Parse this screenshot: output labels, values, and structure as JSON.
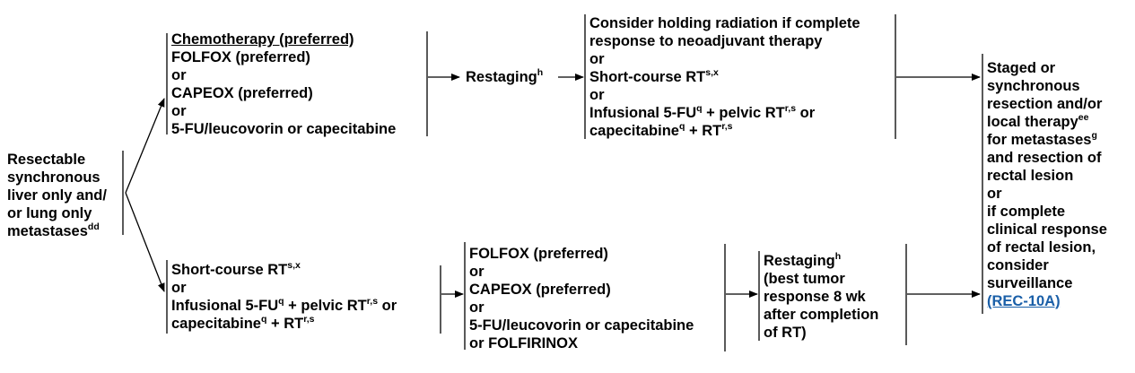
{
  "entry": {
    "lines": [
      "Resectable",
      "synchronous",
      "liver only and/",
      "or lung only",
      "metastases"
    ],
    "footnote": "dd"
  },
  "chemo_box": {
    "heading": "Chemotherapy (preferred)",
    "lines": [
      "FOLFOX (preferred)",
      "or",
      "CAPEOX (preferred)",
      "or",
      "5-FU/leucovorin or capecitabine"
    ]
  },
  "restaging_top": {
    "label": "Restaging",
    "footnote": "h"
  },
  "radiation_box": {
    "line1": "Consider holding radiation if complete",
    "line2": "response to neoadjuvant therapy",
    "or1": "or",
    "short_course": "Short-course RT",
    "short_course_fn": "s,x",
    "or2": "or",
    "infusional_a": "Infusional 5-FU",
    "infusional_fn1": "q",
    "infusional_b": " + pelvic RT",
    "infusional_fn2": "r,s",
    "infusional_c": " or",
    "cape_a": "capecitabine",
    "cape_fn1": "q",
    "cape_b": " + RT",
    "cape_fn2": "r,s"
  },
  "outcome_box": {
    "l1": "Staged or",
    "l2": "synchronous",
    "l3": "resection and/or",
    "l4": "local therapy",
    "l4_fn": "ee",
    "l5": "for metastases",
    "l5_fn": "g",
    "l6": "and resection of",
    "l7": "rectal lesion",
    "l8": "or",
    "l9": "if complete",
    "l10": "clinical response",
    "l11": "of rectal lesion,",
    "l12": "consider",
    "l13": "surveillance",
    "link": "(REC-10A)"
  },
  "rt_box": {
    "short_course": "Short-course RT",
    "short_course_fn": "s,x",
    "or": "or",
    "infusional_a": "Infusional 5-FU",
    "infusional_fn1": "q",
    "infusional_b": " + pelvic RT",
    "infusional_fn2": "r,s",
    "infusional_c": " or",
    "cape_a": "capecitabine",
    "cape_fn1": "q",
    "cape_b": " + RT",
    "cape_fn2": "r,s"
  },
  "chemo_box_bottom": {
    "lines": [
      "FOLFOX (preferred)",
      "or",
      "CAPEOX (preferred)",
      "or",
      "5-FU/leucovorin or capecitabine",
      "or FOLFIRINOX"
    ]
  },
  "restaging_bottom": {
    "label": "Restaging",
    "footnote": "h",
    "lines": [
      "(best tumor",
      "response 8 wk",
      "after completion",
      "of RT)"
    ]
  }
}
